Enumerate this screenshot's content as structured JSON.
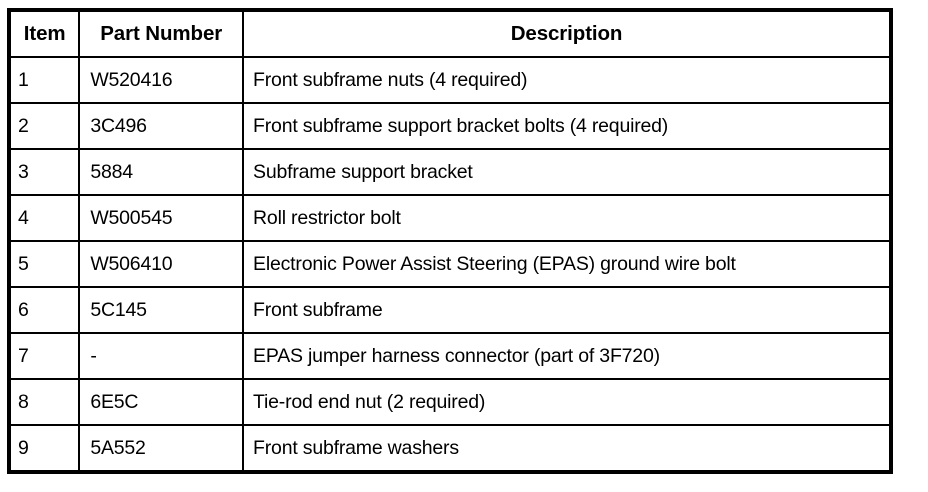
{
  "table": {
    "columns": [
      {
        "key": "item",
        "label": "Item"
      },
      {
        "key": "part_number",
        "label": "Part Number"
      },
      {
        "key": "description",
        "label": "Description"
      }
    ],
    "rows": [
      {
        "item": "1",
        "part_number": "W520416",
        "description": "Front subframe nuts (4 required)"
      },
      {
        "item": "2",
        "part_number": "3C496",
        "description": "Front subframe support bracket bolts (4 required)"
      },
      {
        "item": "3",
        "part_number": "5884",
        "description": "Subframe support bracket"
      },
      {
        "item": "4",
        "part_number": "W500545",
        "description": "Roll restrictor bolt"
      },
      {
        "item": "5",
        "part_number": "W506410",
        "description": "Electronic Power Assist Steering (EPAS) ground wire bolt"
      },
      {
        "item": "6",
        "part_number": "5C145",
        "description": "Front subframe"
      },
      {
        "item": "7",
        "part_number": "-",
        "description": "EPAS jumper harness connector (part of 3F720)"
      },
      {
        "item": "8",
        "part_number": "6E5C",
        "description": "Tie-rod end nut (2 required)"
      },
      {
        "item": "9",
        "part_number": "5A552",
        "description": "Front subframe washers"
      }
    ]
  },
  "colors": {
    "border": "#000000",
    "text": "#000000",
    "background": "#ffffff"
  }
}
